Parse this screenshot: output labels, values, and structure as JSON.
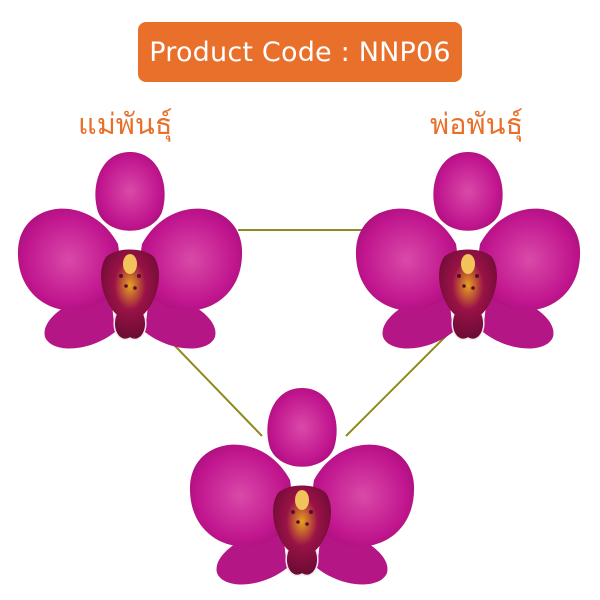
{
  "product": {
    "code_text": "Product Code : NNP06"
  },
  "parents": {
    "mother_label": "แม่พันธุ์",
    "father_label": "พ่อพันธุ์"
  },
  "colors": {
    "badge_orange": "#e8702a",
    "label_orange": "#e8702a",
    "connector_line": "#8f8a1e",
    "petal_magenta": "#c1168f",
    "petal_light": "#d94aa8",
    "lip_dark": "#6a0b33",
    "lip_yellow": "#e6a21f"
  },
  "icons": {
    "mother_flower": "orchid-flower-icon",
    "father_flower": "orchid-flower-icon",
    "offspring_flower": "orchid-flower-icon"
  }
}
